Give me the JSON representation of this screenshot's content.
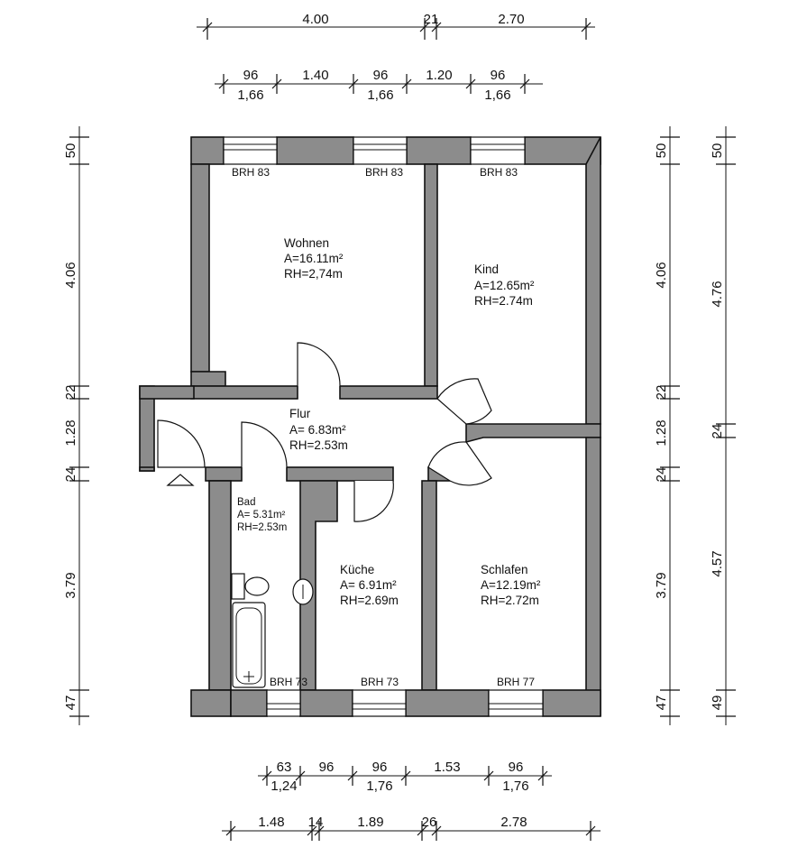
{
  "rooms": {
    "wohnen": {
      "name": "Wohnen",
      "area": "A=16.11m²",
      "height": "RH=2,74m"
    },
    "kind": {
      "name": "Kind",
      "area": "A=12.65m²",
      "height": "RH=2.74m"
    },
    "flur": {
      "name": "Flur",
      "area": "A=  6.83m²",
      "height": "RH=2.53m"
    },
    "bad": {
      "name": "Bad",
      "area": "A=  5.31m²",
      "height": "RH=2.53m"
    },
    "kueche": {
      "name": "Küche",
      "area": "A=  6.91m²",
      "height": "RH=2.69m"
    },
    "schlafen": {
      "name": "Schlafen",
      "area": "A=12.19m²",
      "height": "RH=2.72m"
    }
  },
  "brh": {
    "top1": "BRH 83",
    "top2": "BRH 83",
    "top3": "BRH 83",
    "bot1": "BRH 73",
    "bot2": "BRH 73",
    "bot3": "BRH 77"
  },
  "dims": {
    "top_overall": [
      "4.00",
      "21",
      "2.70"
    ],
    "top_openings_a": [
      "96",
      "1.40",
      "96",
      "1.20",
      "96"
    ],
    "top_openings_b": [
      "1,66",
      "1,66",
      "1,66"
    ],
    "bottom_openings_a": [
      "63",
      "96",
      "96",
      "1.53",
      "96"
    ],
    "bottom_openings_b": [
      "1,24",
      "1,76",
      "1,76"
    ],
    "bottom_overall": [
      "1.48",
      "14",
      "1.89",
      "26",
      "2.78"
    ],
    "left": [
      "50",
      "4.06",
      "22",
      "1.28",
      "24",
      "3.79",
      "47"
    ],
    "right_inner": [
      "50",
      "4.06",
      "22",
      "1.28",
      "24",
      "3.79",
      "47"
    ],
    "right_outer": [
      "50",
      "4.76",
      "24",
      "4.57",
      "49"
    ]
  }
}
